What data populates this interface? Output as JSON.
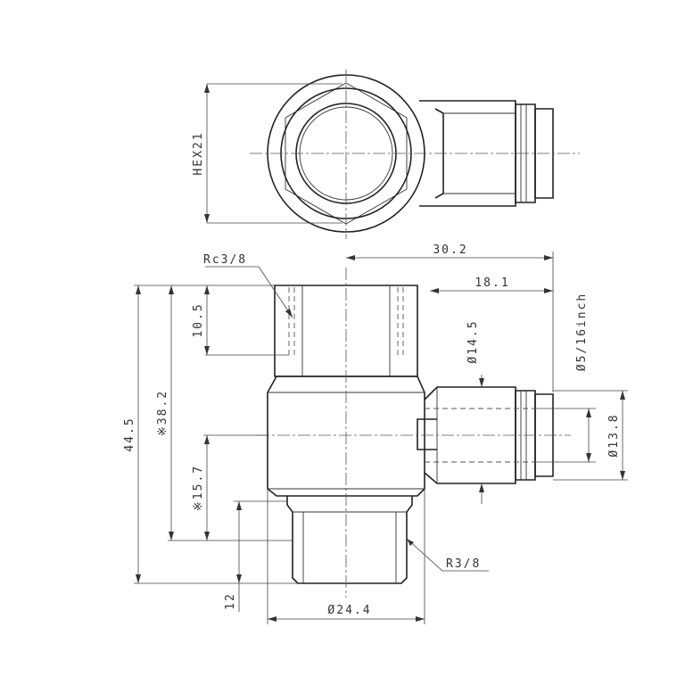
{
  "labels": {
    "hex": "HEX21",
    "rc": "Rc3/8",
    "r": "R3/8",
    "d30_2": "30.2",
    "d18_1": "18.1",
    "d10_5": "10.5",
    "d44_5": "44.5",
    "d38_2": "※38.2",
    "d15_7": "※15.7",
    "d12": "12",
    "dia24_4": "Ø24.4",
    "dia14_5": "Ø14.5",
    "dia5_16": "Ø5/16inch",
    "dia13_8": "Ø13.8"
  }
}
